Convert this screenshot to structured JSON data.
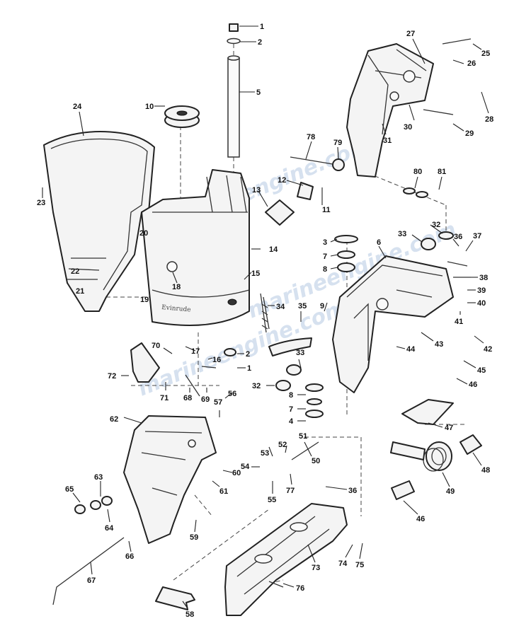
{
  "watermark": "marineengine.com",
  "housing_logo": "Evinrude",
  "callouts": [
    {
      "id": "c1",
      "text": "1"
    },
    {
      "id": "c2",
      "text": "2"
    },
    {
      "id": "c5",
      "text": "5"
    },
    {
      "id": "c10",
      "text": "10"
    },
    {
      "id": "c24",
      "text": "24"
    },
    {
      "id": "c23",
      "text": "23"
    },
    {
      "id": "c20",
      "text": "20"
    },
    {
      "id": "c22",
      "text": "22"
    },
    {
      "id": "c21",
      "text": "21"
    },
    {
      "id": "c19",
      "text": "19"
    },
    {
      "id": "c18",
      "text": "18"
    },
    {
      "id": "c15",
      "text": "15"
    },
    {
      "id": "c14",
      "text": "14"
    },
    {
      "id": "c13",
      "text": "13"
    },
    {
      "id": "c12",
      "text": "12"
    },
    {
      "id": "c11",
      "text": "11"
    },
    {
      "id": "c78",
      "text": "78"
    },
    {
      "id": "c79",
      "text": "79"
    },
    {
      "id": "c27",
      "text": "27"
    },
    {
      "id": "c25",
      "text": "25"
    },
    {
      "id": "c26",
      "text": "26"
    },
    {
      "id": "c28",
      "text": "28"
    },
    {
      "id": "c29",
      "text": "29"
    },
    {
      "id": "c30",
      "text": "30"
    },
    {
      "id": "c31",
      "text": "31"
    },
    {
      "id": "c80",
      "text": "80"
    },
    {
      "id": "c81",
      "text": "81"
    },
    {
      "id": "c3",
      "text": "3"
    },
    {
      "id": "c7",
      "text": "7"
    },
    {
      "id": "c8",
      "text": "8"
    },
    {
      "id": "c6",
      "text": "6"
    },
    {
      "id": "c33",
      "text": "33"
    },
    {
      "id": "c32",
      "text": "32"
    },
    {
      "id": "c36",
      "text": "36"
    },
    {
      "id": "c37",
      "text": "37"
    },
    {
      "id": "c38",
      "text": "38"
    },
    {
      "id": "c39",
      "text": "39"
    },
    {
      "id": "c40",
      "text": "40"
    },
    {
      "id": "c41",
      "text": "41"
    },
    {
      "id": "c42",
      "text": "42"
    },
    {
      "id": "c43",
      "text": "43"
    },
    {
      "id": "c44",
      "text": "44"
    },
    {
      "id": "c45",
      "text": "45"
    },
    {
      "id": "c46",
      "text": "46"
    },
    {
      "id": "c9",
      "text": "9"
    },
    {
      "id": "c34",
      "text": "34"
    },
    {
      "id": "c35",
      "text": "35"
    },
    {
      "id": "c2b",
      "text": "2"
    },
    {
      "id": "c1b",
      "text": "1"
    },
    {
      "id": "c16",
      "text": "16"
    },
    {
      "id": "c17",
      "text": "17"
    },
    {
      "id": "c70",
      "text": "70"
    },
    {
      "id": "c72",
      "text": "72"
    },
    {
      "id": "c71",
      "text": "71"
    },
    {
      "id": "c68",
      "text": "68"
    },
    {
      "id": "c69",
      "text": "69"
    },
    {
      "id": "c33b",
      "text": "33"
    },
    {
      "id": "c32b",
      "text": "32"
    },
    {
      "id": "c8b",
      "text": "8"
    },
    {
      "id": "c7b",
      "text": "7"
    },
    {
      "id": "c4",
      "text": "4"
    },
    {
      "id": "c56",
      "text": "56"
    },
    {
      "id": "c57",
      "text": "57"
    },
    {
      "id": "c62",
      "text": "62"
    },
    {
      "id": "c47",
      "text": "47"
    },
    {
      "id": "c48",
      "text": "48"
    },
    {
      "id": "c49",
      "text": "49"
    },
    {
      "id": "c46b",
      "text": "46"
    },
    {
      "id": "c51",
      "text": "51"
    },
    {
      "id": "c50",
      "text": "50"
    },
    {
      "id": "c53",
      "text": "53"
    },
    {
      "id": "c52",
      "text": "52"
    },
    {
      "id": "c54",
      "text": "54"
    },
    {
      "id": "c55",
      "text": "55"
    },
    {
      "id": "c77",
      "text": "77"
    },
    {
      "id": "c36b",
      "text": "36"
    },
    {
      "id": "c60",
      "text": "60"
    },
    {
      "id": "c61",
      "text": "61"
    },
    {
      "id": "c63",
      "text": "63"
    },
    {
      "id": "c65",
      "text": "65"
    },
    {
      "id": "c64",
      "text": "64"
    },
    {
      "id": "c59",
      "text": "59"
    },
    {
      "id": "c66",
      "text": "66"
    },
    {
      "id": "c67",
      "text": "67"
    },
    {
      "id": "c58",
      "text": "58"
    },
    {
      "id": "c73",
      "text": "73"
    },
    {
      "id": "c74",
      "text": "74"
    },
    {
      "id": "c75",
      "text": "75"
    },
    {
      "id": "c76",
      "text": "76"
    }
  ]
}
